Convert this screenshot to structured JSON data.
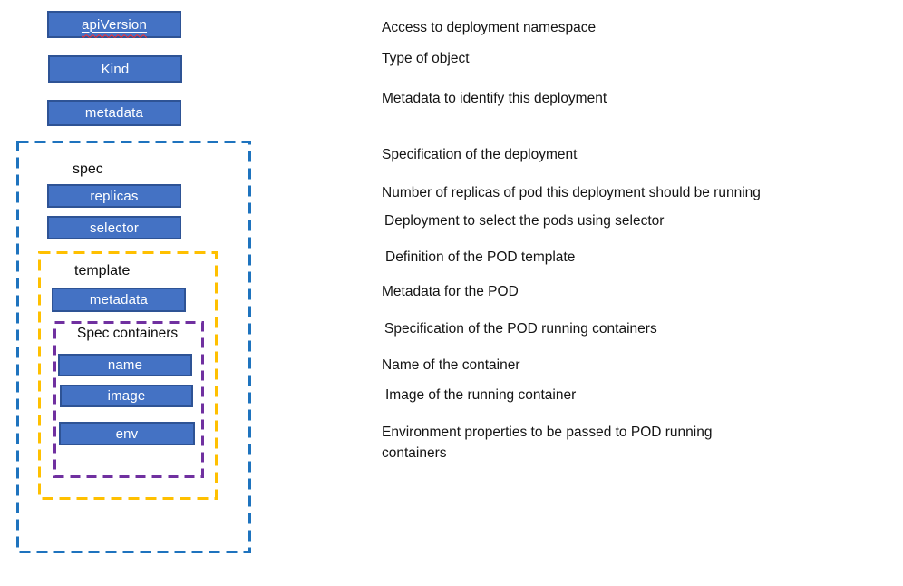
{
  "colors": {
    "box_fill": "#4472C4",
    "box_border": "#2E5395",
    "blue_dash": "#1E73BE",
    "yellow_dash": "#FFC000",
    "purple_dash": "#7030A0",
    "squiggle_red": "#FF2A2A"
  },
  "diagram": {
    "top_boxes": [
      {
        "label": "apiVersion",
        "spellcheck_underline": true
      },
      {
        "label": "Kind"
      },
      {
        "label": "metadata"
      }
    ],
    "spec_group": {
      "label": "spec",
      "boxes": [
        {
          "label": "replicas"
        },
        {
          "label": "selector"
        }
      ],
      "template_group": {
        "label": "template",
        "boxes": [
          {
            "label": "metadata"
          }
        ],
        "containers_group": {
          "label": "Spec containers",
          "boxes": [
            {
              "label": "name"
            },
            {
              "label": "image"
            },
            {
              "label": "env"
            }
          ]
        }
      }
    }
  },
  "descriptions": [
    "Access to deployment namespace",
    "Type of object",
    "Metadata to identify this deployment",
    "Specification of the deployment",
    "Number of replicas of pod this deployment should be running",
    "Deployment to select the pods using selector",
    "Definition of the POD template",
    "Metadata for the POD",
    "Specification of the POD running containers",
    "Name of the container",
    "Image of the running container",
    "Environment properties to be passed to POD running containers"
  ]
}
